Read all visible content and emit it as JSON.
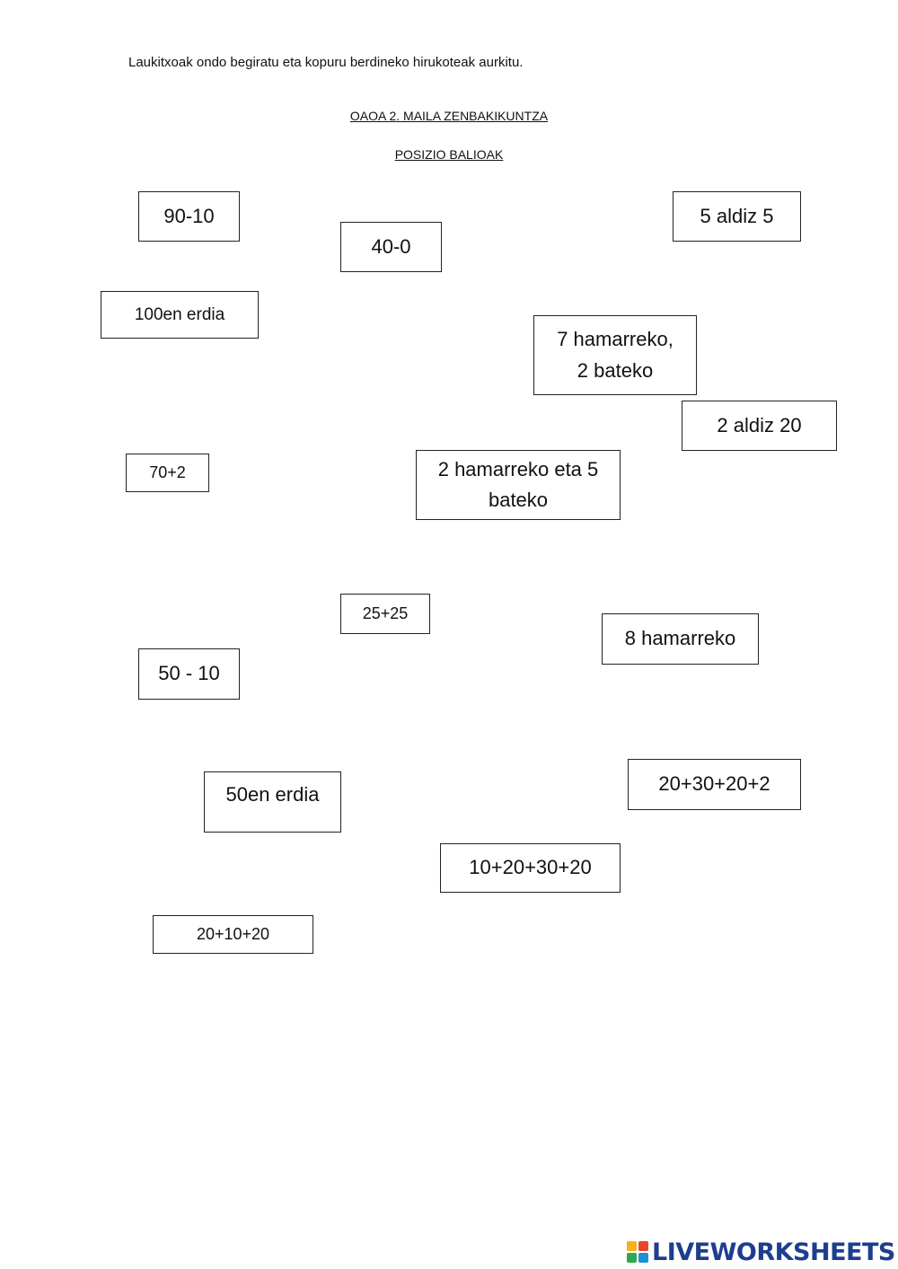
{
  "instruction": "Laukitxoak ondo begiratu eta kopuru berdineko hirukoteak aurkitu.",
  "heading_1": "OAOA  2. MAILA ZENBAKIKUNTZA",
  "heading_2": "POSIZIO BALIOAK",
  "cards": {
    "c01": "90-10",
    "c02": "5 aldiz 5",
    "c03": "40-0",
    "c04": "100en erdia",
    "c05": "7 hamarreko,\n2 bateko",
    "c06": "2 aldiz 20",
    "c07": "70+2",
    "c08": "2 hamarreko eta 5 bateko",
    "c09": "25+25",
    "c10": "8 hamarreko",
    "c11": "50 - 10",
    "c12": "50en erdia",
    "c13": "20+30+20+2",
    "c14": "10+20+30+20",
    "c15": "20+10+20"
  },
  "footer": {
    "logo_text": "LIVEWORKSHEETS",
    "logo_icon": "liveworksheets-logo-icon",
    "colors": {
      "brand": "#1d3d8f",
      "tile_1": "#f6b21b",
      "tile_2": "#e8452c",
      "tile_3": "#2fa84f",
      "tile_4": "#1d8fd6"
    }
  }
}
